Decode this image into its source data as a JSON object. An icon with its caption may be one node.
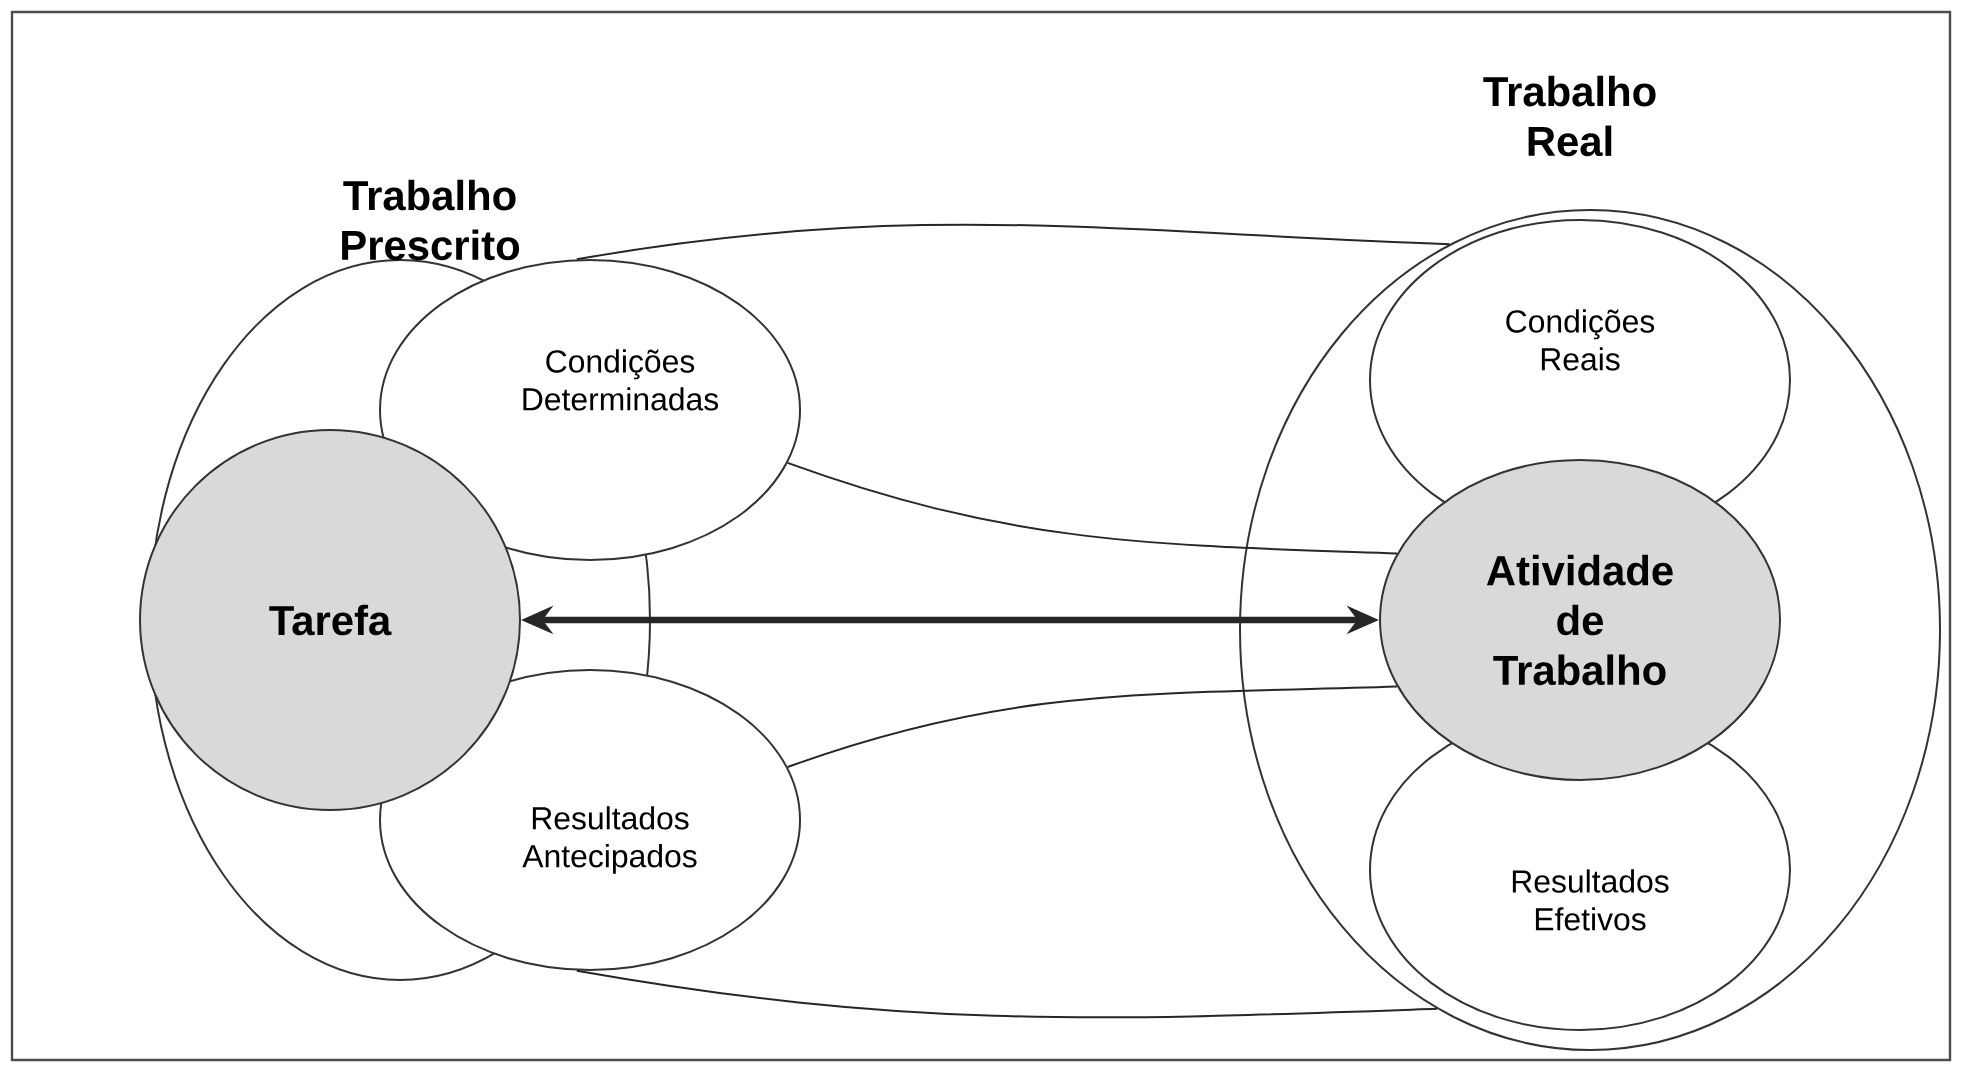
{
  "diagram": {
    "nodes": [
      {
        "text": [
          "Trabalho Prescrito"
        ]
      },
      {
        "text": [
          "Condições Determinadas"
        ]
      },
      {
        "text": [
          "Tarefa"
        ],
        "in": 0
      },
      {
        "text": [
          "Resultados Antecipados"
        ]
      },
      {
        "text": [
          "Trabalho Real"
        ]
      },
      {
        "text": [
          "Condições Reais"
        ],
        "in": 4
      },
      {
        "text": [
          "Atividade de Trabalho"
        ],
        "in": 4
      },
      {
        "text": [
          "Resultados Efetivos"
        ],
        "in": 4
      }
    ],
    "edges": [
      {
        "from": 2,
        "to": 6,
        "arrow": "both",
        "style": "thick"
      },
      {
        "from": 1,
        "to": 4,
        "arrow": "none"
      },
      {
        "from": 1,
        "to": 6,
        "arrow": "none"
      },
      {
        "from": 3,
        "to": 6,
        "arrow": "none"
      },
      {
        "from": 3,
        "to": 4,
        "arrow": "none"
      }
    ]
  }
}
